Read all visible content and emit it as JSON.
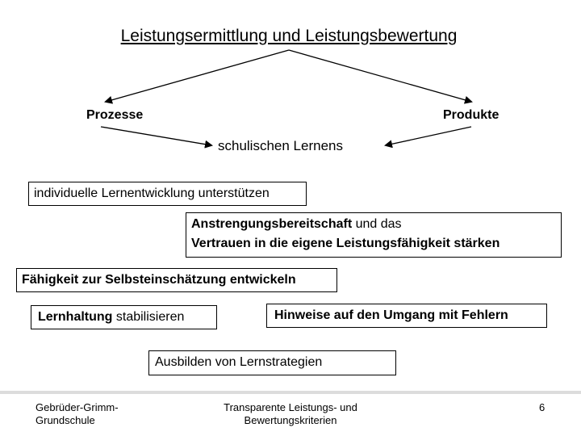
{
  "title": "Leistungsermittlung und Leistungsbewertung",
  "nodes": {
    "prozesse": "Prozesse",
    "produkte": "Produkte",
    "lernens": "schulischen Lernens"
  },
  "boxes": {
    "b1": {
      "text": "individuelle Lernentwicklung unterstützen"
    },
    "b2": {
      "line1_bold": "Anstrengungsbereitschaft",
      "line1_rest": " und das",
      "line2_bold": "Vertrauen in die eigene Leistungsfähigkeit stärken"
    },
    "b3": {
      "bold": "Fähigkeit zur Selbsteinschätzung entwickeln"
    },
    "b4": {
      "bold": "Lernhaltung",
      "rest": " stabilisieren"
    },
    "b5": {
      "bold": "Hinweise auf den Umgang mit Fehlern"
    },
    "b6": {
      "text": "Ausbilden von Lernstrategien"
    }
  },
  "footer": {
    "left_line1": "Gebrüder-Grimm-",
    "left_line2": "Grundschule",
    "center_line1": "Transparente Leistungs- und",
    "center_line2": "Bewertungskriterien",
    "page_number": "6"
  },
  "colors": {
    "footer_line": "#dcdcdc",
    "ink": "#000000"
  }
}
